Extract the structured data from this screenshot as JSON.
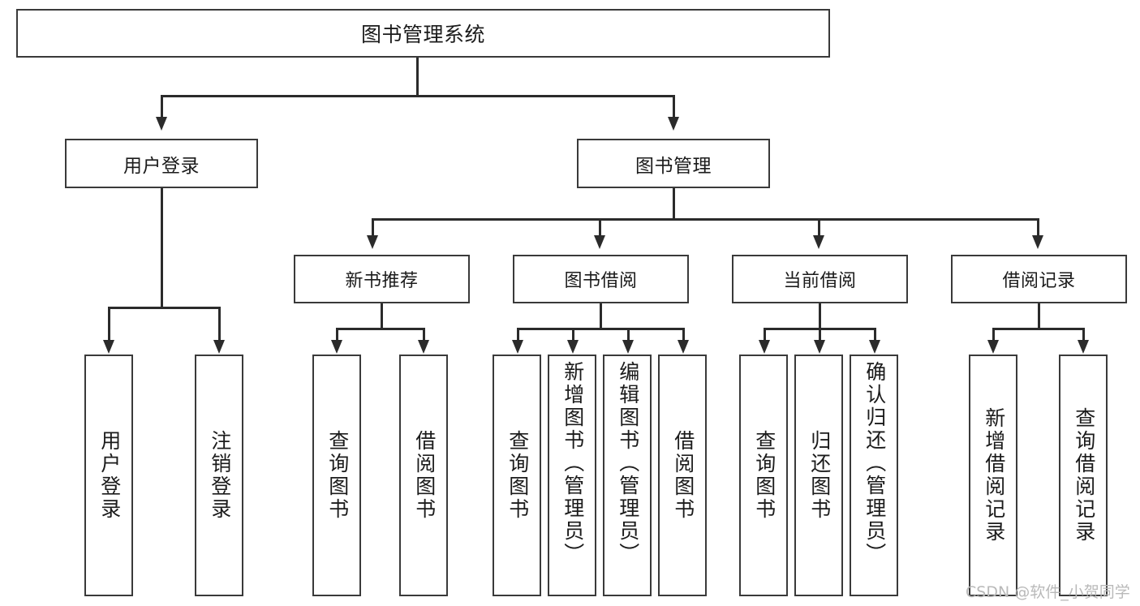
{
  "diagram": {
    "title": "图书管理系统",
    "type": "tree-hierarchy-chart",
    "root": {
      "label": "图书管理系统"
    },
    "tier2": [
      {
        "label": "用户登录"
      },
      {
        "label": "图书管理"
      }
    ],
    "tier3": [
      {
        "label": "新书推荐"
      },
      {
        "label": "图书借阅"
      },
      {
        "label": "当前借阅"
      },
      {
        "label": "借阅记录"
      }
    ],
    "leaves": {
      "user_login": [
        {
          "label": "用户登录"
        },
        {
          "label": "注销登录"
        }
      ],
      "new_book_recommend": [
        {
          "label": "查询图书"
        },
        {
          "label": "借阅图书"
        }
      ],
      "book_borrow": [
        {
          "label": "查询图书"
        },
        {
          "label": "新增图书（管理员）"
        },
        {
          "label": "编辑图书（管理员）"
        },
        {
          "label": "借阅图书"
        }
      ],
      "current_borrow": [
        {
          "label": "查询图书"
        },
        {
          "label": "归还图书"
        },
        {
          "label": "确认归还（管理员）"
        }
      ],
      "borrow_record": [
        {
          "label": "新增借阅记录"
        },
        {
          "label": "查询借阅记录"
        }
      ]
    }
  },
  "watermark": {
    "text": "CSDN @软件_小贺同学"
  },
  "colors": {
    "box_border": "#3a3a3a",
    "connector": "#2b2b2b",
    "background": "#ffffff",
    "text": "#1b1b1b",
    "watermark": "#b9b9b9"
  }
}
